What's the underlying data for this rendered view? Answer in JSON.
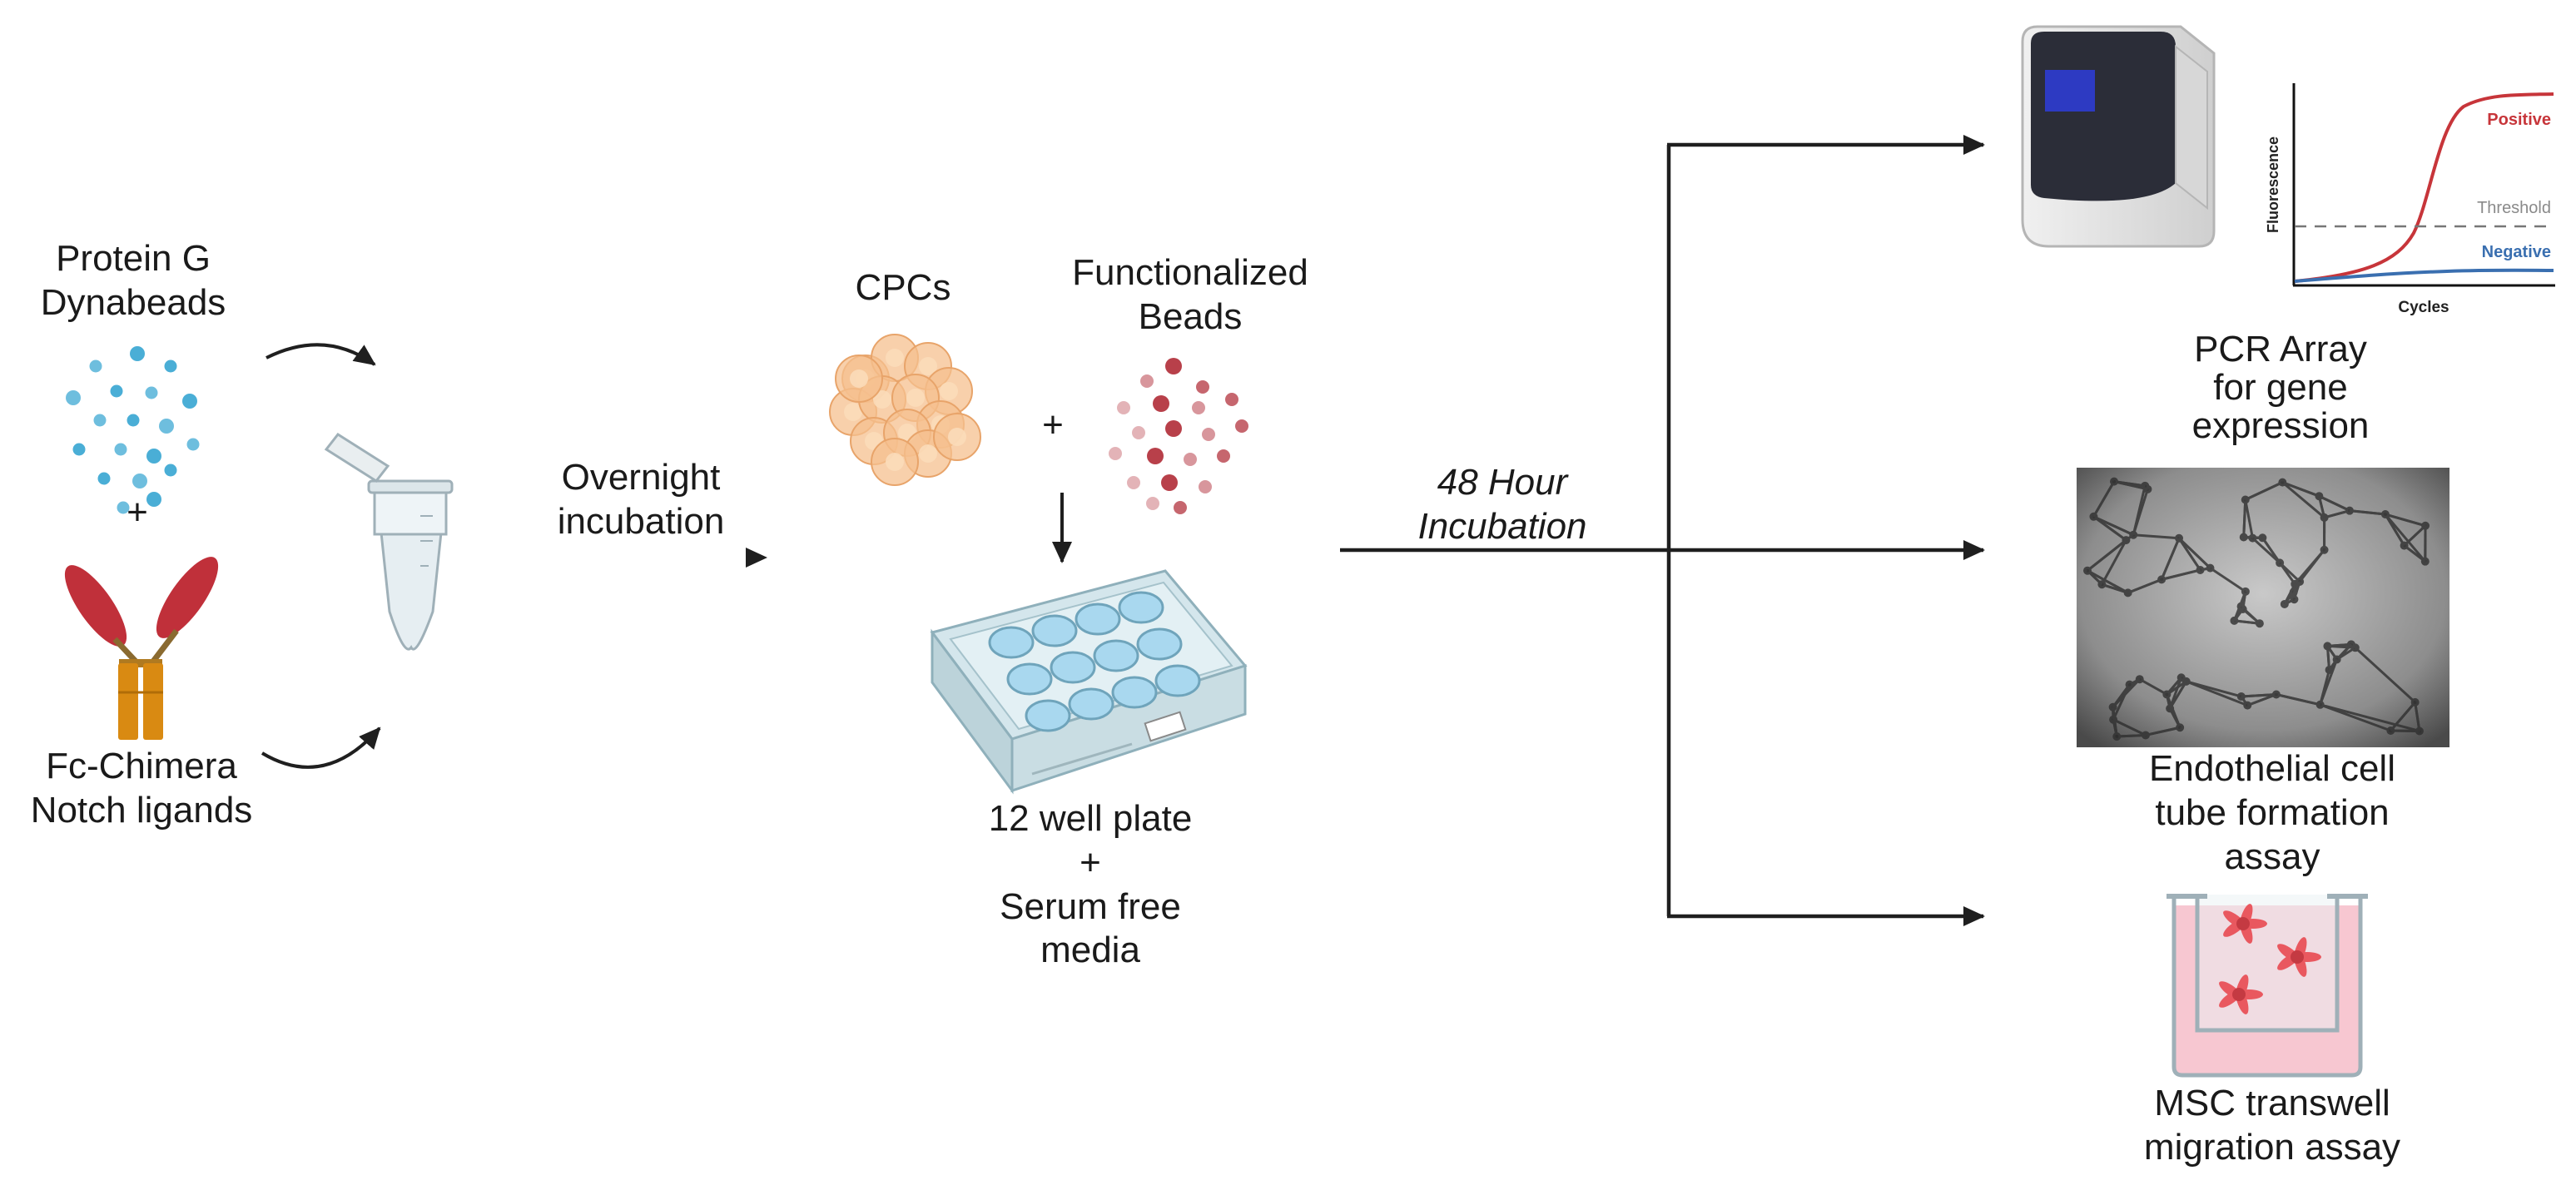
{
  "inputs": {
    "protein_g_label": "Protein G\nDynabeads",
    "plus_1": "+",
    "fc_chimera_label": "Fc-Chimera\nNotch ligands"
  },
  "step1": {
    "overnight_label": "Overnight\nincubation"
  },
  "culture": {
    "cpcs_label": "CPCs",
    "plus_2": "+",
    "functionalized_label": "Functionalized\nBeads",
    "plate_label": "12 well plate\n+\nSerum free\nmedia"
  },
  "step2": {
    "incubation_label": "48 Hour\nIncubation"
  },
  "outputs": {
    "pcr_label": "PCR Array\nfor gene\nexpression",
    "tube_label": "Endothelial cell\ntube formation\nassay",
    "msc_label": "MSC transwell\nmigration assay"
  },
  "pcr_plot": {
    "positive": "Positive",
    "threshold": "Threshold",
    "negative": "Negative",
    "y_axis": "Fluorescence",
    "x_axis": "Cycles"
  },
  "colors": {
    "arrow": "#1f1f1f",
    "protein_bead": "#4aaed6",
    "functional_bead": "#b8404a",
    "cpc": "#f6c08f",
    "antibody_head": "#c0303a",
    "antibody_stem": "#d98a12",
    "well": "#a9d8ef",
    "positive_curve": "#c7353a",
    "negative_curve": "#3a6fb0",
    "transwell_media": "#f7c7d1",
    "msc_cell": "#e9585f"
  }
}
